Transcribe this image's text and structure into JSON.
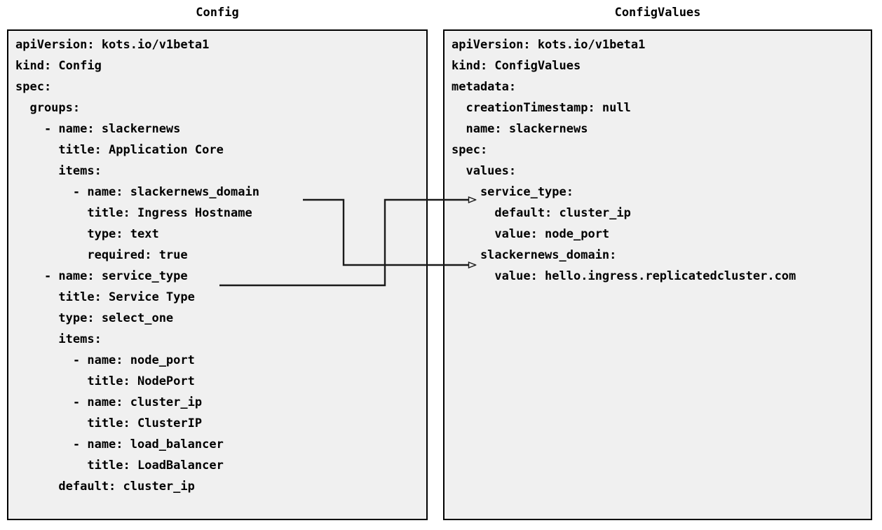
{
  "titles": {
    "left": "Config",
    "right": "ConfigValues"
  },
  "colors": {
    "panel_background": "#f0f0f0",
    "panel_border": "#000000",
    "text": "#000000",
    "connector": "#1a1a1a",
    "page_background": "#ffffff"
  },
  "config_panel": {
    "name": "Config",
    "lines": [
      "apiVersion: kots.io/v1beta1",
      "kind: Config",
      "spec:",
      "  groups:",
      "    - name: slackernews",
      "      title: Application Core",
      "      items:",
      "        - name: slackernews_domain",
      "          title: Ingress Hostname",
      "          type: text",
      "          required: true",
      "    - name: service_type",
      "      title: Service Type",
      "      type: select_one",
      "      items:",
      "        - name: node_port",
      "          title: NodePort",
      "        - name: cluster_ip",
      "          title: ClusterIP",
      "        - name: load_balancer",
      "          title: LoadBalancer",
      "      default: cluster_ip"
    ]
  },
  "config_values_panel": {
    "name": "ConfigValues",
    "lines": [
      "apiVersion: kots.io/v1beta1",
      "kind: ConfigValues",
      "metadata:",
      "  creationTimestamp: null",
      "  name: slackernews",
      "spec:",
      "  values:",
      "    service_type:",
      "      default: cluster_ip",
      "      value: node_port",
      "    slackernews_domain:",
      "      value: hello.ingress.replicatedcluster.com"
    ]
  },
  "connectors": [
    {
      "id": "slackernews-domain-link",
      "from_label": "slackernews_domain",
      "to_label": "slackernews_domain:",
      "arrowhead": "open-triangle"
    },
    {
      "id": "service-type-link",
      "from_label": "service_type",
      "to_label": "service_type:",
      "arrowhead": "open-triangle"
    }
  ]
}
